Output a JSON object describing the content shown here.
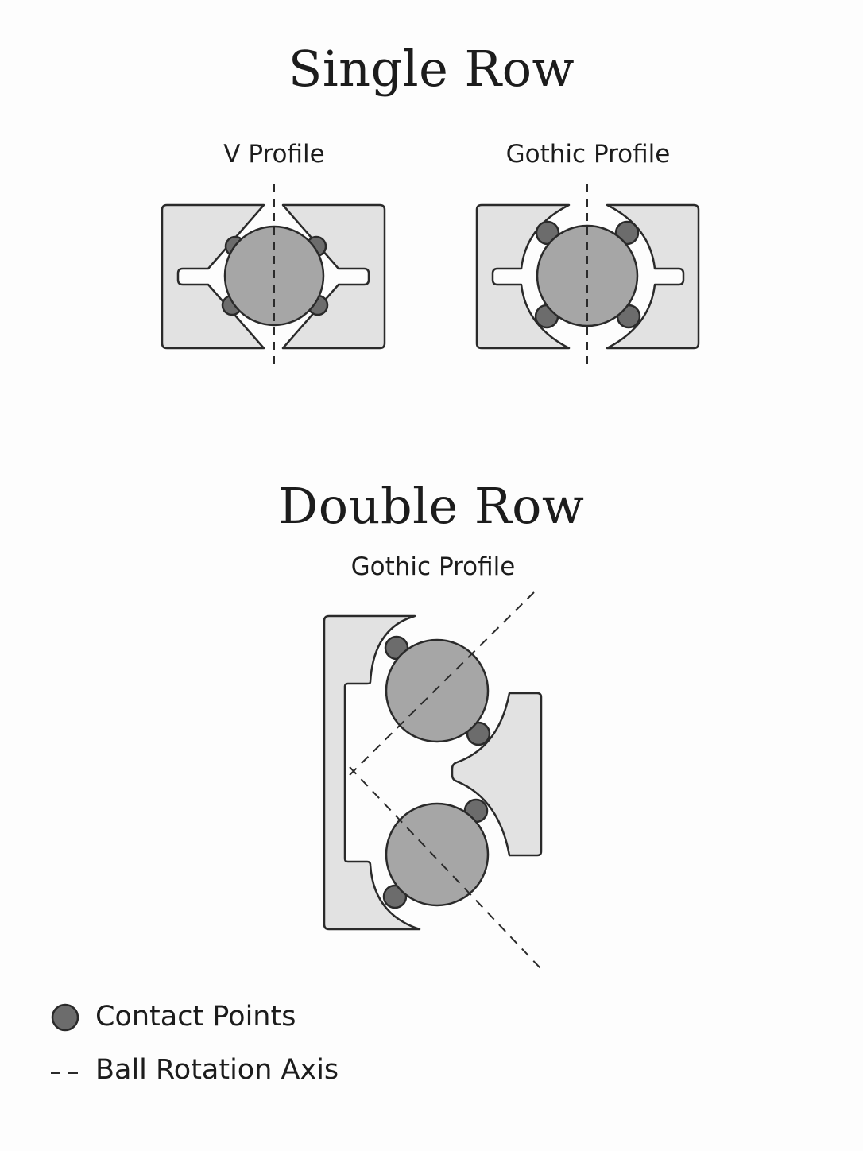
{
  "single_row": {
    "title": "Single Row",
    "v_profile_label": "V Profile",
    "gothic_profile_label": "Gothic Profile"
  },
  "double_row": {
    "title": "Double Row",
    "gothic_profile_label": "Gothic Profile"
  },
  "legend": {
    "contact_points": "Contact Points",
    "ball_rotation_axis": "Ball Rotation Axis"
  },
  "colors": {
    "rail_fill": "#e2e2e2",
    "ball_fill": "#a6a6a6",
    "contact_fill": "#6c6c6c",
    "stroke": "#2a2a2a"
  }
}
